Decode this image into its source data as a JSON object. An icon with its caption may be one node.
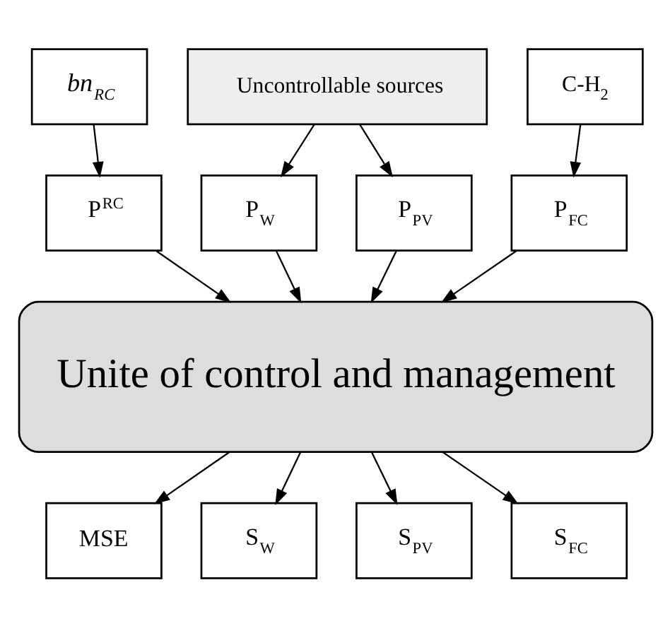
{
  "diagram": {
    "nodes": [
      {
        "text": [
          "bn$_{RC}$"
        ]
      },
      {
        "text": [
          "Uncontrollable sources"
        ]
      },
      {
        "text": [
          "C-H$_{2}$"
        ]
      },
      {
        "text": [
          "P$^{RC}$"
        ]
      },
      {
        "text": [
          "P$_{W}$"
        ]
      },
      {
        "text": [
          "P$_{PV}$"
        ]
      },
      {
        "text": [
          "P$_{FC}$"
        ]
      },
      {
        "text": [
          "Unite of control and management"
        ]
      },
      {
        "text": [
          "MSE"
        ]
      },
      {
        "text": [
          "S$_{W}$"
        ]
      },
      {
        "text": [
          "S$_{PV}$"
        ]
      },
      {
        "text": [
          "S$_{FC}$"
        ]
      }
    ],
    "edges": [
      {
        "from": 0,
        "to": 3,
        "arrow": "to"
      },
      {
        "from": 1,
        "to": 4,
        "arrow": "to"
      },
      {
        "from": 1,
        "to": 5,
        "arrow": "to"
      },
      {
        "from": 2,
        "to": 6,
        "arrow": "to"
      },
      {
        "from": 3,
        "to": 7,
        "arrow": "to"
      },
      {
        "from": 4,
        "to": 7,
        "arrow": "to"
      },
      {
        "from": 5,
        "to": 7,
        "arrow": "to"
      },
      {
        "from": 6,
        "to": 7,
        "arrow": "to"
      },
      {
        "from": 7,
        "to": 8,
        "arrow": "to"
      },
      {
        "from": 7,
        "to": 9,
        "arrow": "to"
      },
      {
        "from": 7,
        "to": 10,
        "arrow": "to"
      },
      {
        "from": 7,
        "to": 11,
        "arrow": "to"
      }
    ]
  }
}
